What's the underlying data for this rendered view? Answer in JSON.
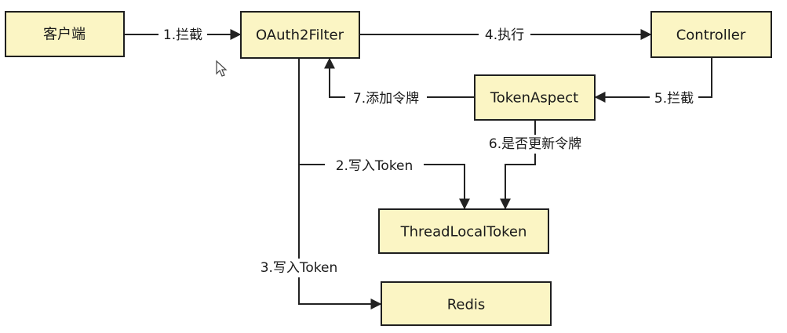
{
  "nodes": {
    "client": "客户端",
    "oauth2_filter": "OAuth2Filter",
    "controller": "Controller",
    "token_aspect": "TokenAspect",
    "thread_local_token": "ThreadLocalToken",
    "redis": "Redis"
  },
  "edges": {
    "step1": "1.拦截",
    "step2": "2.写入Token",
    "step3": "3.写入Token",
    "step4": "4.执行",
    "step5": "5.拦截",
    "step6": "6.是否更新令牌",
    "step7": "7.添加令牌"
  },
  "colors": {
    "node_fill": "#fbf5c4",
    "node_border": "#1f1f1f",
    "edge": "#222222"
  }
}
